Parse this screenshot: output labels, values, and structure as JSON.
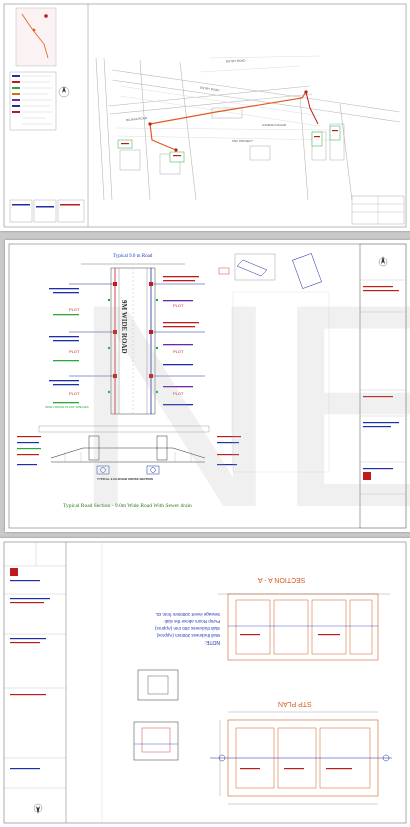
{
  "sheet1": {
    "street_labels": [
      "ENTRY ROAD",
      "ENTRY ROAD",
      "RAJASA ROAD",
      "GANESH NAGAR",
      "SNK PROJECT"
    ]
  },
  "sheet2": {
    "top_title": "Typical 9.0 m Road",
    "road_label": "9M WIDE ROAD",
    "plot_label": "PLOT",
    "note_greenery": "OPEN SPACE PLANT SPECIES",
    "section_label": "TYPICAL 9.0m ROAD CROSS SECTION",
    "bottom_title": "Typical Road Section - 9.0m Wide Road With Sewer drain",
    "watermark": "NEW"
  },
  "sheet3": {
    "note_heading": "NOTE:",
    "note_lines": [
      "Wall thickness 200mm (Approx)",
      "Slab thickness 200 mm (Approx)",
      "Pump Room above the slab",
      "Sewage invert 1000mm from GL"
    ],
    "section_title": "SECTION  A - A",
    "plan_title": "STP PLAN"
  }
}
